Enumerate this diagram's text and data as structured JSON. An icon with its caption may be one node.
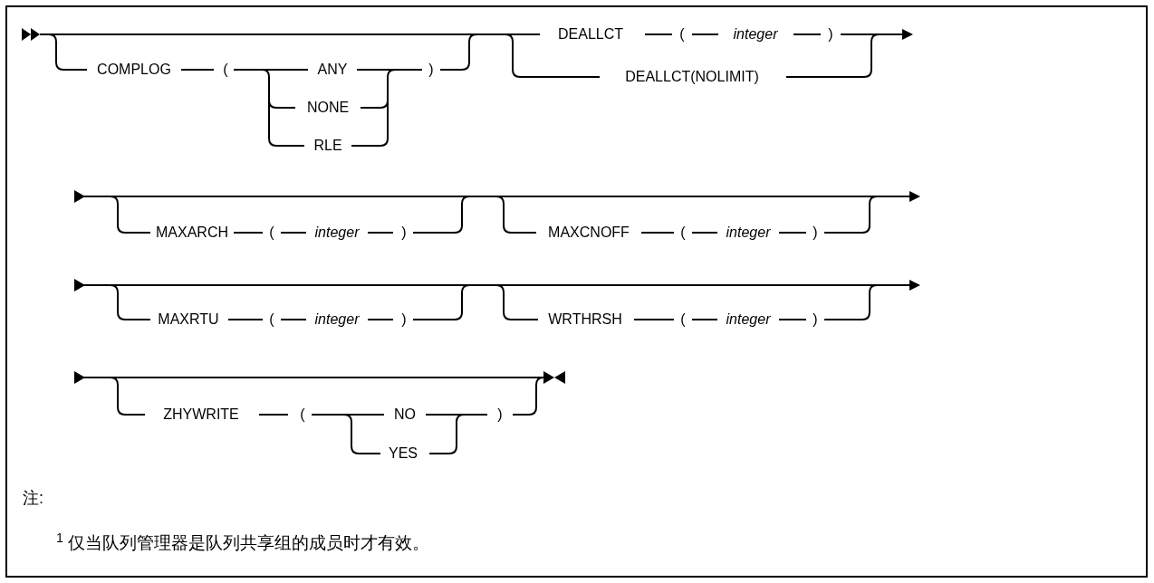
{
  "diagram": {
    "labels": [
      "COMPLOG",
      "(",
      "ANY",
      "NONE",
      "RLE",
      ")",
      "DEALLCT",
      "(",
      "integer",
      ")",
      "DEALLCT(NOLIMIT)",
      "MAXARCH",
      "(",
      "integer",
      ")",
      "MAXCNOFF",
      "(",
      "integer",
      ")",
      "MAXRTU",
      "(",
      "integer",
      ")",
      "WRTHRSH",
      "(",
      "integer",
      ")",
      "ZHYWRITE",
      "(",
      "NO",
      "YES",
      ")",
      "注:",
      "$^{1}$ 仅当队列管理器是队列共享组的成员时才有效。"
    ]
  }
}
